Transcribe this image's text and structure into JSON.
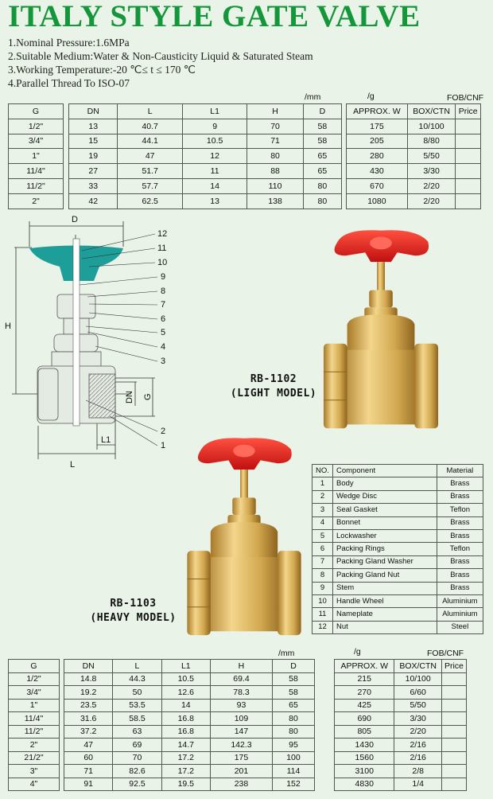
{
  "title": "ITALY STYLE GATE VALVE",
  "specs": [
    "1.Nominal Pressure:1.6MPa",
    "2.Suitable Medium:Water & Non-Causticity Liquid & Saturated Steam",
    "3.Working Temperature:-20 ℃≤ t ≤ 170 ℃",
    "4.Parallel Thread To ISO-07"
  ],
  "units": {
    "mm": "/mm",
    "g": "/g",
    "fob": "FOB/CNF"
  },
  "dim_headers": [
    "DN",
    "L",
    "L1",
    "H",
    "D"
  ],
  "g_header": "G",
  "w_headers": [
    "APPROX. W",
    "BOX/CTN",
    "Price"
  ],
  "light_table": [
    [
      "1/2\"",
      "13",
      "40.7",
      "9",
      "70",
      "58",
      "175",
      "10/100",
      ""
    ],
    [
      "3/4\"",
      "15",
      "44.1",
      "10.5",
      "71",
      "58",
      "205",
      "8/80",
      ""
    ],
    [
      "1\"",
      "19",
      "47",
      "12",
      "80",
      "65",
      "280",
      "5/50",
      ""
    ],
    [
      "11/4\"",
      "27",
      "51.7",
      "11",
      "88",
      "65",
      "430",
      "3/30",
      ""
    ],
    [
      "11/2\"",
      "33",
      "57.7",
      "14",
      "110",
      "80",
      "670",
      "2/20",
      ""
    ],
    [
      "2\"",
      "42",
      "62.5",
      "13",
      "138",
      "80",
      "1080",
      "2/20",
      ""
    ]
  ],
  "heavy_table": [
    [
      "1/2\"",
      "14.8",
      "44.3",
      "10.5",
      "69.4",
      "58",
      "215",
      "10/100",
      ""
    ],
    [
      "3/4\"",
      "19.2",
      "50",
      "12.6",
      "78.3",
      "58",
      "270",
      "6/60",
      ""
    ],
    [
      "1\"",
      "23.5",
      "53.5",
      "14",
      "93",
      "65",
      "425",
      "5/50",
      ""
    ],
    [
      "11/4\"",
      "31.6",
      "58.5",
      "16.8",
      "109",
      "80",
      "690",
      "3/30",
      ""
    ],
    [
      "11/2\"",
      "37.2",
      "63",
      "16.8",
      "147",
      "80",
      "805",
      "2/20",
      ""
    ],
    [
      "2\"",
      "47",
      "69",
      "14.7",
      "142.3",
      "95",
      "1430",
      "2/16",
      ""
    ],
    [
      "21/2\"",
      "60",
      "70",
      "17.2",
      "175",
      "100",
      "1560",
      "2/16",
      ""
    ],
    [
      "3\"",
      "71",
      "82.6",
      "17.2",
      "201",
      "114",
      "3100",
      "2/8",
      ""
    ],
    [
      "4\"",
      "91",
      "92.5",
      "19.5",
      "238",
      "152",
      "4830",
      "1/4",
      ""
    ]
  ],
  "diagram": {
    "D": "D",
    "H": "H",
    "L": "L",
    "L1": "L1",
    "DN": "DN",
    "G": "G",
    "parts": [
      "12",
      "11",
      "10",
      "9",
      "8",
      "7",
      "6",
      "5",
      "4",
      "3",
      "2",
      "1"
    ]
  },
  "light_model": {
    "code": "RB-1102",
    "name": "(LIGHT MODEL)"
  },
  "heavy_model": {
    "code": "RB-1103",
    "name": "(HEAVY MODEL)"
  },
  "components": {
    "headers": [
      "NO.",
      "Component",
      "Material"
    ],
    "rows": [
      [
        "1",
        "Body",
        "Brass"
      ],
      [
        "2",
        "Wedge Disc",
        "Brass"
      ],
      [
        "3",
        "Seal Gasket",
        "Teflon"
      ],
      [
        "4",
        "Bonnet",
        "Brass"
      ],
      [
        "5",
        "Lockwasher",
        "Brass"
      ],
      [
        "6",
        "Packing Rings",
        "Teflon"
      ],
      [
        "7",
        "Packing Gland Washer",
        "Brass"
      ],
      [
        "8",
        "Packing Gland Nut",
        "Brass"
      ],
      [
        "9",
        "Stem",
        "Brass"
      ],
      [
        "10",
        "Handle Wheel",
        "Aluminium"
      ],
      [
        "11",
        "Nameplate",
        "Aluminium"
      ],
      [
        "12",
        "Nut",
        "Steel"
      ]
    ]
  },
  "colors": {
    "title": "#14963a",
    "handle_diagram": "#1e9e98",
    "handle_photo": "#e02020",
    "brass": "#d8b35a"
  }
}
